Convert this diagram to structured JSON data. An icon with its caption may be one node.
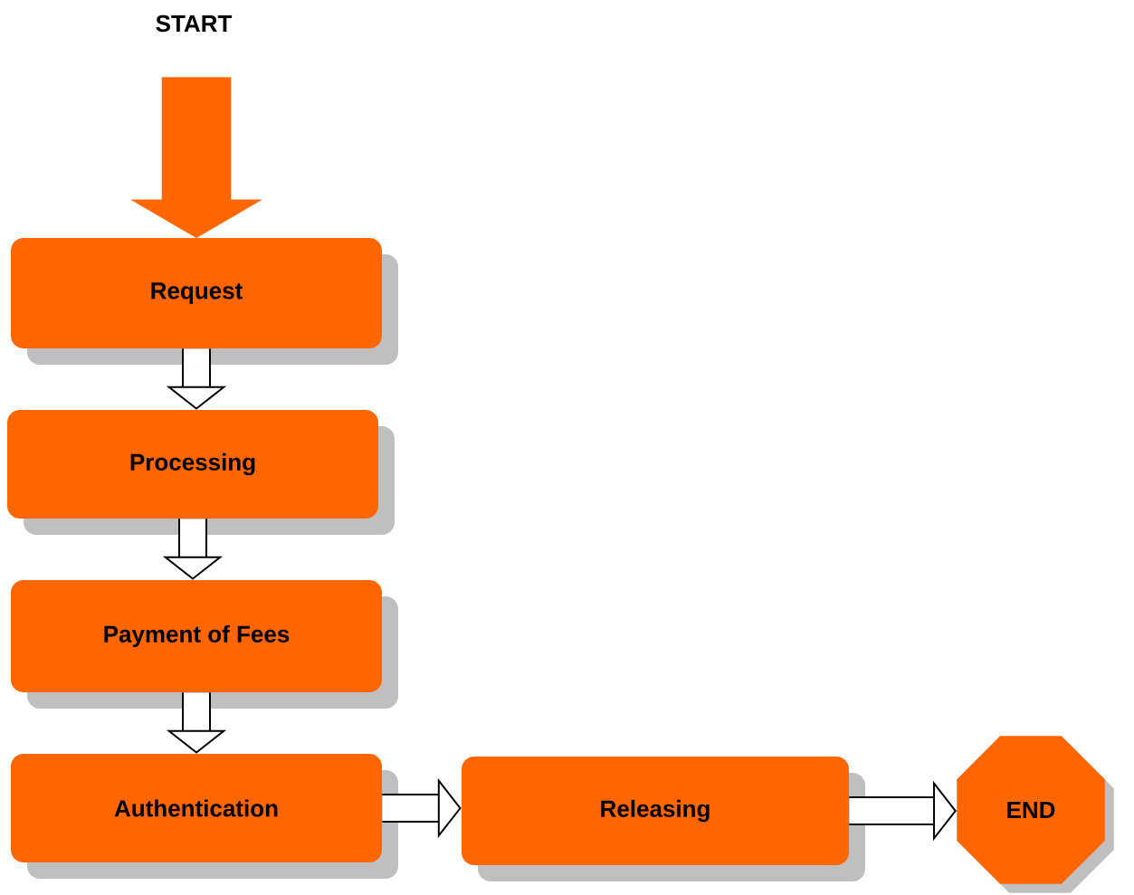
{
  "diagram": {
    "nodes": [
      {
        "text": [
          "START"
        ]
      },
      {
        "text": [
          "Request"
        ]
      },
      {
        "text": [
          "Processing"
        ]
      },
      {
        "text": [
          "Payment of Fees"
        ]
      },
      {
        "text": [
          "Authentication"
        ]
      },
      {
        "text": [
          "Releasing"
        ]
      },
      {
        "text": [
          "END"
        ]
      }
    ],
    "edges": [
      {
        "from": 0,
        "to": 1,
        "arrow": "to",
        "style": "thick",
        "color": "#ff6600"
      },
      {
        "from": 1,
        "to": 2,
        "arrow": "to"
      },
      {
        "from": 2,
        "to": 3,
        "arrow": "to"
      },
      {
        "from": 3,
        "to": 4,
        "arrow": "to"
      },
      {
        "from": 4,
        "to": 5,
        "arrow": "to"
      },
      {
        "from": 5,
        "to": 6,
        "arrow": "to"
      }
    ]
  }
}
